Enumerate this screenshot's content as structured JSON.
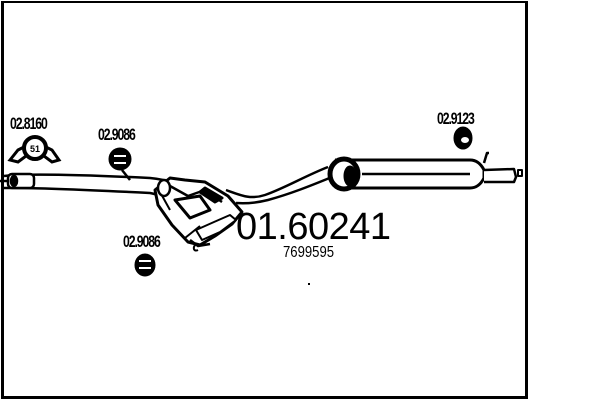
{
  "diagram": {
    "main_part_number": "01.60241",
    "oe_reference": "7699595",
    "components": [
      {
        "id": "front-pipe",
        "label": ""
      },
      {
        "id": "middle-silencer",
        "label": ""
      },
      {
        "id": "rear-silencer",
        "label": ""
      }
    ],
    "accessories": [
      {
        "label": "02.8160",
        "type": "clamp"
      },
      {
        "label": "02.9086",
        "type": "rubber-hanger"
      },
      {
        "label": "02.9086",
        "type": "rubber-hanger"
      },
      {
        "label": "02.9123",
        "type": "rubber-ring"
      }
    ],
    "colors": {
      "ink": "#000000",
      "background": "#ffffff"
    }
  }
}
